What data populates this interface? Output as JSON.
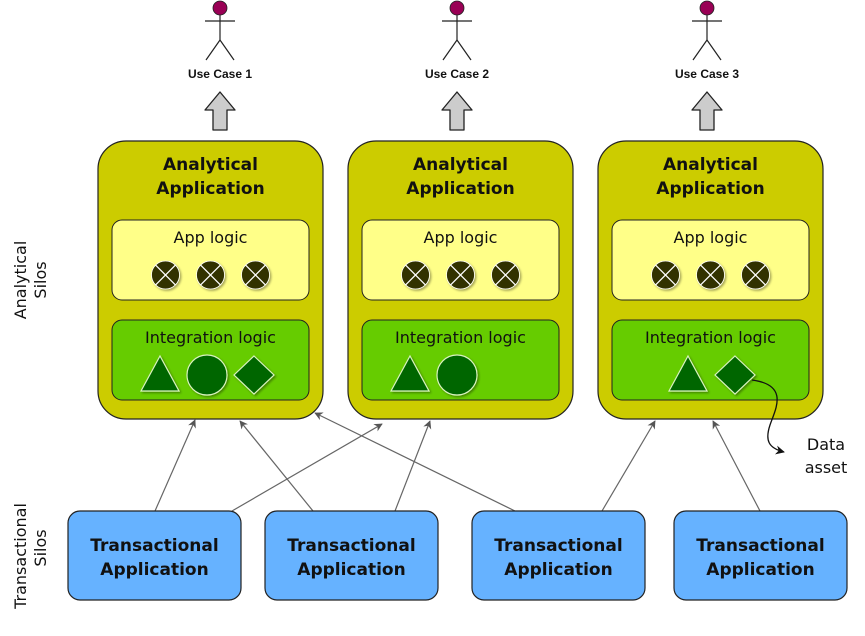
{
  "colors": {
    "analytical_fill": "#cccc00",
    "app_logic_fill": "#ffff88",
    "integration_fill": "#66cc00",
    "shape_fill": "#006600",
    "x_circle_fill": "#333300",
    "transactional_fill": "#66b2ff",
    "actor_head": "#990055",
    "connector": "#666666",
    "use_case_arrow_fill": "#cccccc"
  },
  "side_labels": {
    "analytical": [
      "Analytical",
      "Silos"
    ],
    "transactional": [
      "Transactional",
      "Silos"
    ]
  },
  "use_cases": [
    {
      "label": "Use Case 1"
    },
    {
      "label": "Use Case 2"
    },
    {
      "label": "Use Case 3"
    }
  ],
  "analytical_apps": [
    {
      "title": [
        "Analytical",
        "Application"
      ],
      "app_logic": {
        "label": "App logic",
        "components": [
          "x-circle",
          "x-circle",
          "x-circle"
        ]
      },
      "integration_logic": {
        "label": "Integration logic",
        "shapes": [
          "triangle",
          "circle",
          "diamond"
        ]
      }
    },
    {
      "title": [
        "Analytical",
        "Application"
      ],
      "app_logic": {
        "label": "App logic",
        "components": [
          "x-circle",
          "x-circle",
          "x-circle"
        ]
      },
      "integration_logic": {
        "label": "Integration logic",
        "shapes": [
          "triangle",
          "circle"
        ]
      }
    },
    {
      "title": [
        "Analytical",
        "Application"
      ],
      "app_logic": {
        "label": "App logic",
        "components": [
          "x-circle",
          "x-circle",
          "x-circle"
        ]
      },
      "integration_logic": {
        "label": "Integration logic",
        "shapes": [
          "triangle",
          "diamond"
        ]
      }
    }
  ],
  "transactional_apps": [
    {
      "title": [
        "Transactional",
        "Application"
      ]
    },
    {
      "title": [
        "Transactional",
        "Application"
      ]
    },
    {
      "title": [
        "Transactional",
        "Application"
      ]
    },
    {
      "title": [
        "Transactional",
        "Application"
      ]
    }
  ],
  "connections": [
    {
      "from": 0,
      "to": 0
    },
    {
      "from": 0,
      "to": 1
    },
    {
      "from": 1,
      "to": 0
    },
    {
      "from": 1,
      "to": 1
    },
    {
      "from": 2,
      "to": 0
    },
    {
      "from": 2,
      "to": 2
    },
    {
      "from": 3,
      "to": 2
    }
  ],
  "annotation": {
    "label": [
      "Data",
      "asset"
    ]
  }
}
